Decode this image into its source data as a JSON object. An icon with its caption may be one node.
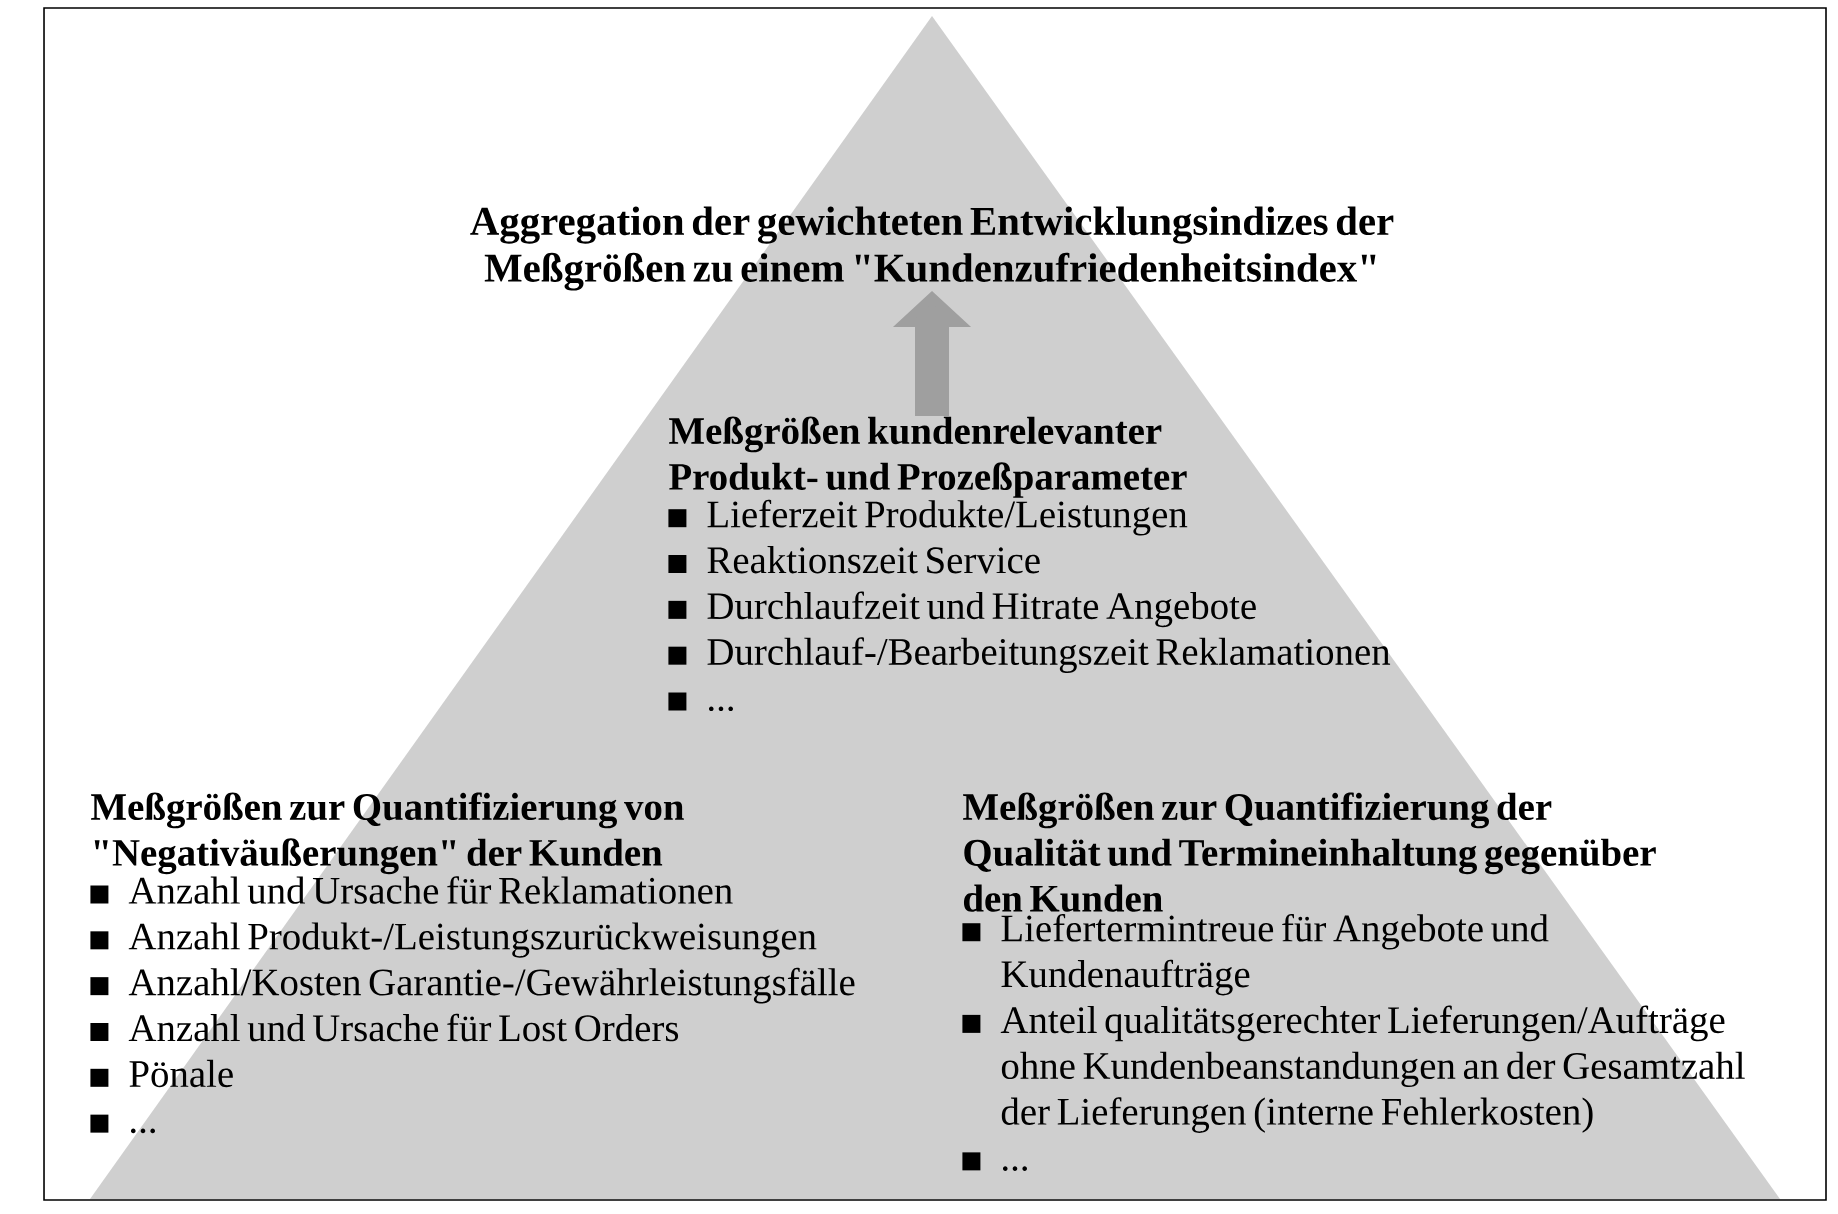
{
  "diagram": {
    "nodes": [
      {
        "text": [
          "Aggregation der gewichteten Entwicklungsindizes der Meßgrößen zu einem \"Kundenzufriedenheitsindex\""
        ]
      },
      {
        "text": [
          "Meßgrößen kundenrelevanter Produkt- und Prozeßparameter",
          "Lieferzeit Produkte/Leistungen",
          "Reaktionszeit Service",
          "Durchlaufzeit und Hitrate Angebote",
          "Durchlauf-/Bearbeitungszeit Reklamationen",
          "..."
        ]
      },
      {
        "text": [
          "Meßgrößen zur Quantifizierung von \"Negativäußerungen\" der Kunden",
          "Anzahl und Ursache für Reklamationen",
          "Anzahl Produkt-/Leistungszurückweisungen",
          "Anzahl/Kosten Garantie-/Gewährleistungsfälle",
          "Anzahl und Ursache für Lost Orders",
          "Pönale",
          "..."
        ]
      },
      {
        "text": [
          "Meßgrößen zur Quantifizierung der Qualität und Termineinhaltung gegenüber den Kunden",
          "Liefertermintreue für Angebote und Kundenaufträge",
          "Anteil qualitätsgerechter Lieferungen/Aufträge ohne Kundenbeanstandungen an der Gesamtzahl der Lieferungen (interne Fehlerkosten)",
          "..."
        ]
      }
    ],
    "edges": [
      {
        "from": 1,
        "to": 0,
        "arrow": "to"
      }
    ]
  }
}
